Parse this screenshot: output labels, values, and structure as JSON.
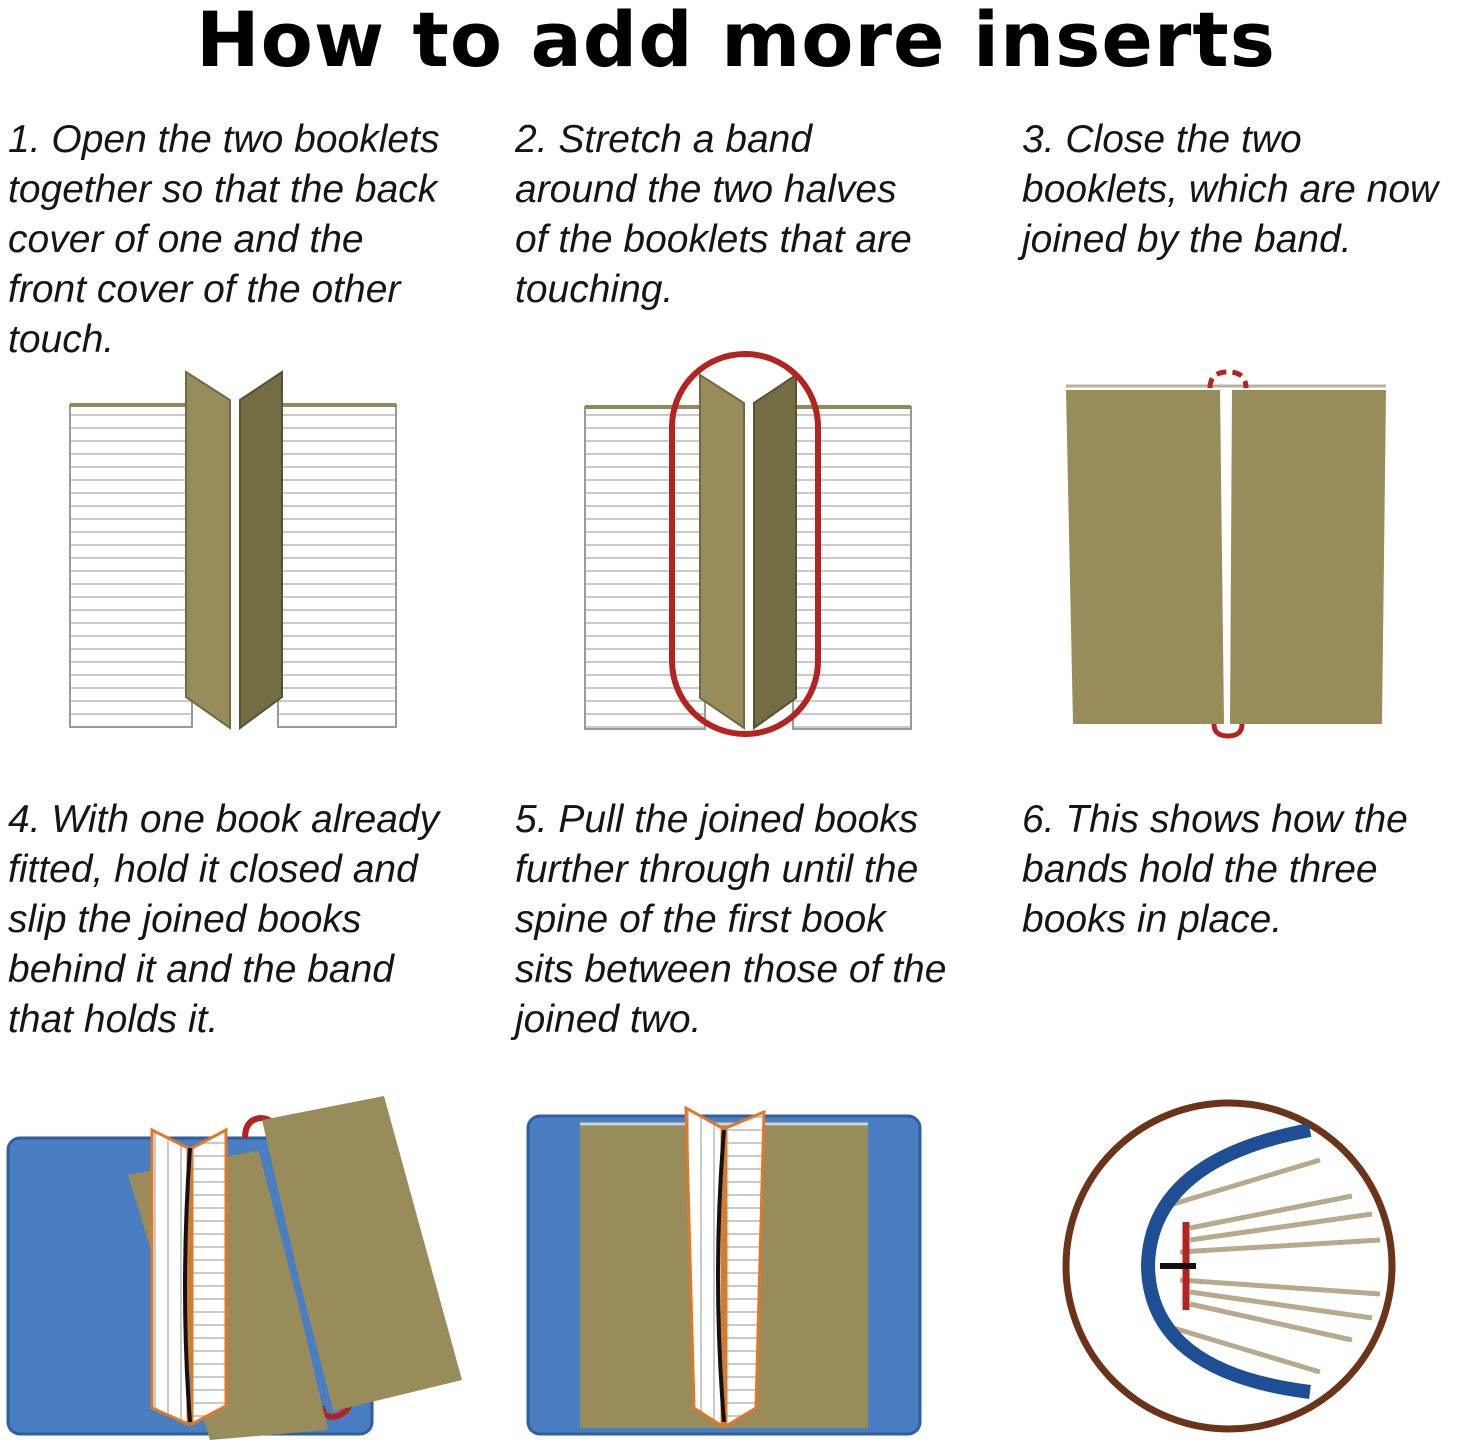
{
  "title": "How to add more inserts",
  "steps": [
    {
      "lines": [
        "1. Open the two booklets",
        "together so that the back",
        "cover of one and the",
        "front cover of the other",
        "touch."
      ]
    },
    {
      "lines": [
        "2. Stretch a band",
        "around the two halves",
        "of the booklets that are",
        "touching."
      ]
    },
    {
      "lines": [
        "3. Close the two",
        "booklets, which are now",
        "joined by the band."
      ]
    },
    {
      "lines": [
        "4. With one book already",
        "fitted, hold it closed and",
        "slip the joined books",
        "behind it and the band",
        "that holds it."
      ]
    },
    {
      "lines": [
        "5. Pull the joined books",
        "further through until the",
        "spine of the first book",
        "sits between those of the",
        "joined two."
      ]
    },
    {
      "lines": [
        "6. This shows how the",
        "bands hold the three",
        "books in place."
      ]
    }
  ],
  "colors": {
    "booklet_cover": "#988c5b",
    "booklet_cover_dark": "#6f6a40",
    "band_red": "#b3231f",
    "folder_blue": "#4a7ec2",
    "spine_blue": "#1e4f95",
    "circle_brown": "#6b3418",
    "page_lines": "#b8b8b8"
  },
  "icons": [
    "booklet-pair-open",
    "band-loop",
    "closed-booklets",
    "blue-folder",
    "spine-detail-circle"
  ]
}
